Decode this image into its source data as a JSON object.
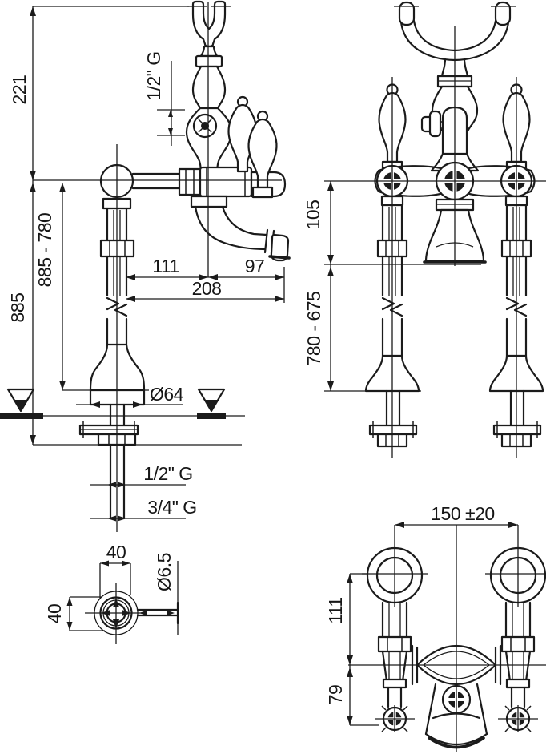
{
  "page": {
    "background": "#ffffff",
    "line_color": "#1b1b1b"
  },
  "drawing": {
    "kind": "bath-mixer-installation-drawing",
    "views": {
      "side_view": {
        "dim_top_height": "221",
        "dim_overall_height": "885",
        "dim_height_range": "885 - 780",
        "dim_handshower_conn": "1/2\" G",
        "dim_spout_x1": "111",
        "dim_spout_x2": "97",
        "dim_spout_total": "208",
        "dim_base_dia": "Ø64",
        "dim_conn_upper": "1/2\" G",
        "dim_conn_lower": "3/4\" G"
      },
      "front_view": {
        "dim_body_height": "105",
        "dim_riser_range": "780 - 675"
      },
      "base_detail": {
        "dim_width": "40",
        "dim_height": "40",
        "dim_hole_dia": "Ø6.5"
      },
      "rear_view": {
        "dim_inlet_centers": "150 ±20",
        "dim_depth_body": "111",
        "dim_depth_handles": "79"
      }
    }
  }
}
